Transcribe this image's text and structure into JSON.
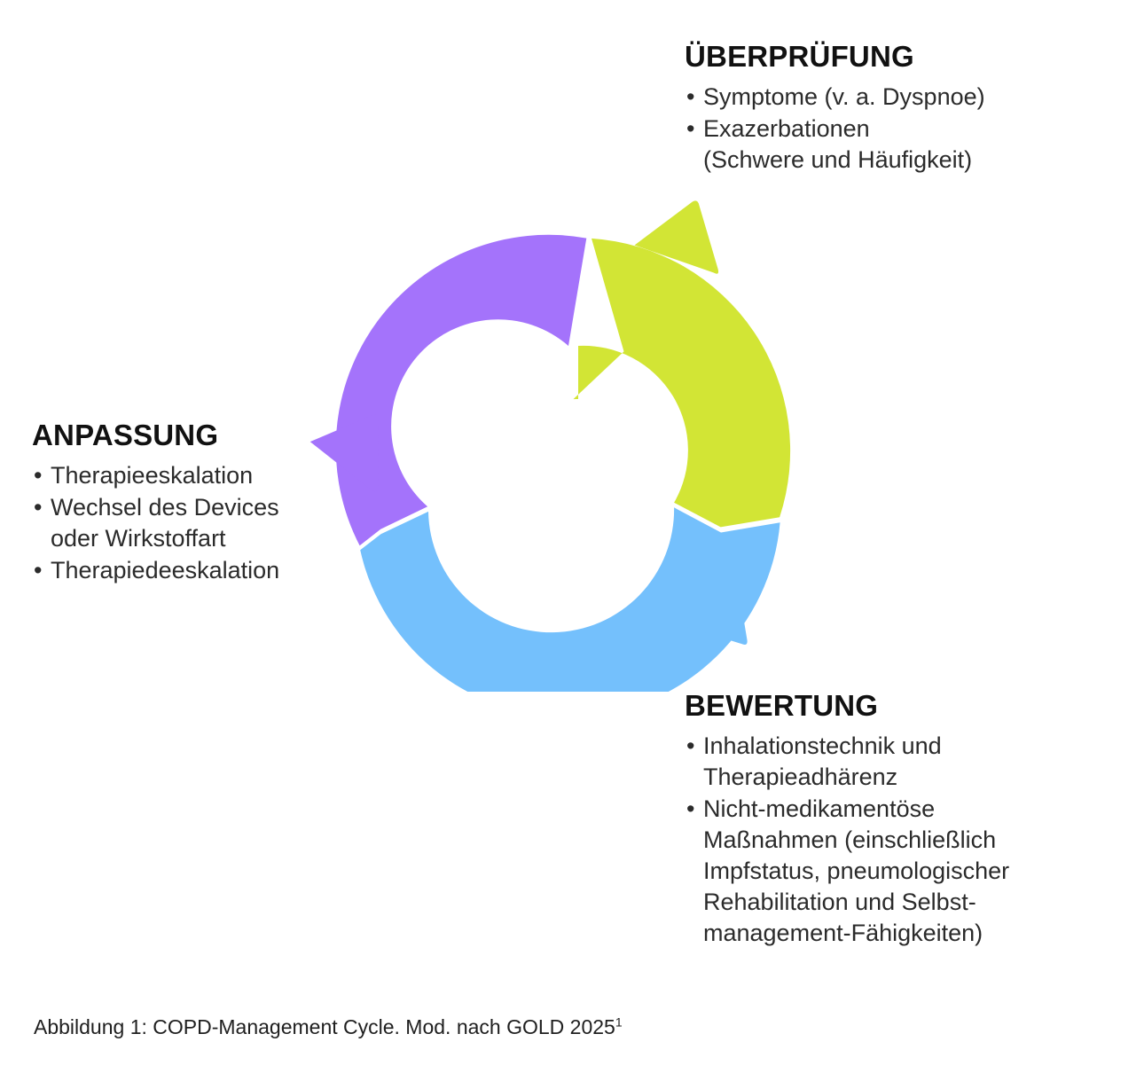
{
  "figure": {
    "caption_text": "Abbildung 1: COPD-Management Cycle. Mod. nach GOLD 2025",
    "caption_superscript": "1"
  },
  "colors": {
    "green": "#D2E534",
    "purple": "#A473FB",
    "blue": "#74C0FC",
    "title": "#111111",
    "body": "#2b2b2b",
    "background": "#FFFFFF"
  },
  "cycle": {
    "segments": [
      {
        "key": "ueberpruefung",
        "label": "ÜBERPRÜFUNG",
        "color": "#D2E535",
        "arrow_icon": "arrow-head-green"
      },
      {
        "key": "bewertung",
        "label": "BEWERTUNG",
        "color": "#74C0FC",
        "arrow_icon": "arrow-head-blue"
      },
      {
        "key": "anpassung",
        "label": "ANPASSUNG",
        "color": "#A473FB",
        "arrow_icon": "arrow-head-purple"
      }
    ]
  },
  "blocks": {
    "ueberpruefung": {
      "title": "ÜBERPRÜFUNG",
      "bullet_glyph": "•",
      "items": [
        "Symptome (v. a. Dyspnoe)",
        "Exazerbationen\n(Schwere und Häufigkeit)"
      ]
    },
    "anpassung": {
      "title": "ANPASSUNG",
      "bullet_glyph": "•",
      "items": [
        "Therapieeskalation",
        "Wechsel des Devices\noder Wirkstoffart",
        "Therapiedeeskalation"
      ]
    },
    "bewertung": {
      "title": "BEWERTUNG",
      "bullet_glyph": "•",
      "items": [
        "Inhalationstechnik und\nTherapieadhärenz",
        "Nicht-medikamentöse\nMaßnahmen (einschließlich\nImpfstatus, pneumologischer\nRehabilitation und Selbst-\nmanagement-Fähigkeiten)"
      ]
    }
  }
}
